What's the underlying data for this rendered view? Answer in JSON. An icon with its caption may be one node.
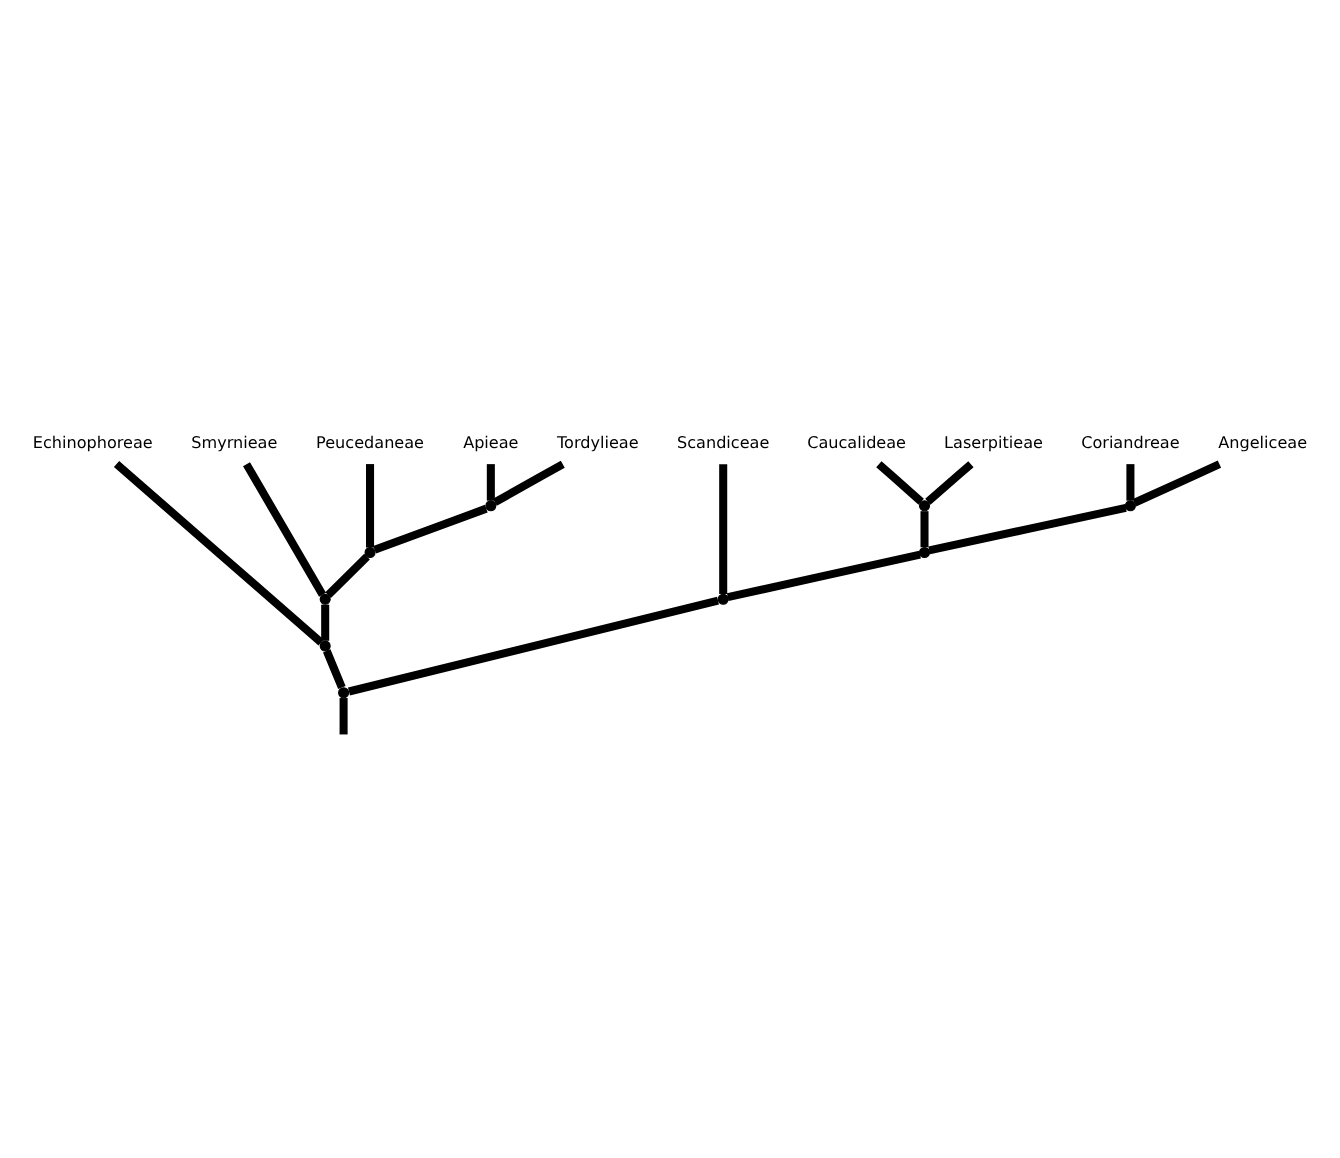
{
  "diagram": {
    "nodes": [
      {
        "text": [
          "Echinophoreae"
        ]
      },
      {
        "text": [
          "Smyrnieae"
        ]
      },
      {
        "text": [
          "Peucedaneae"
        ]
      },
      {
        "text": [
          "Apieae"
        ]
      },
      {
        "text": [
          "Tordylieae"
        ]
      },
      {
        "text": [
          "Scandiceae"
        ]
      },
      {
        "text": [
          "Caucalideae"
        ]
      },
      {
        "text": [
          "Laserpitieae"
        ]
      },
      {
        "text": [
          "Coriandreae"
        ]
      },
      {
        "text": [
          "Angeliceae"
        ]
      },
      {
        "text": [],
        "shape": "point"
      },
      {
        "text": [],
        "shape": "point"
      },
      {
        "text": [],
        "shape": "point"
      },
      {
        "text": [],
        "shape": "point"
      },
      {
        "text": [],
        "shape": "point"
      },
      {
        "text": [],
        "shape": "point"
      },
      {
        "text": [],
        "shape": "point"
      },
      {
        "text": [],
        "shape": "point"
      },
      {
        "text": [],
        "shape": "point"
      }
    ],
    "edges": [
      {
        "from": null,
        "to": 18,
        "arrow": "none"
      },
      {
        "from": 18,
        "to": 13,
        "arrow": "none"
      },
      {
        "from": 18,
        "to": 17,
        "arrow": "none"
      },
      {
        "from": 13,
        "to": 0,
        "arrow": "none"
      },
      {
        "from": 13,
        "to": 12,
        "arrow": "none"
      },
      {
        "from": 12,
        "to": 1,
        "arrow": "none"
      },
      {
        "from": 12,
        "to": 11,
        "arrow": "none"
      },
      {
        "from": 11,
        "to": 2,
        "arrow": "none"
      },
      {
        "from": 11,
        "to": 10,
        "arrow": "none"
      },
      {
        "from": 10,
        "to": 3,
        "arrow": "none"
      },
      {
        "from": 10,
        "to": 4,
        "arrow": "none"
      },
      {
        "from": 17,
        "to": 5,
        "arrow": "none"
      },
      {
        "from": 17,
        "to": 16,
        "arrow": "none"
      },
      {
        "from": 16,
        "to": 14,
        "arrow": "none"
      },
      {
        "from": 16,
        "to": 15,
        "arrow": "none"
      },
      {
        "from": 14,
        "to": 6,
        "arrow": "none"
      },
      {
        "from": 14,
        "to": 7,
        "arrow": "none"
      },
      {
        "from": 15,
        "to": 8,
        "arrow": "none"
      },
      {
        "from": 15,
        "to": 9,
        "arrow": "none"
      }
    ]
  }
}
